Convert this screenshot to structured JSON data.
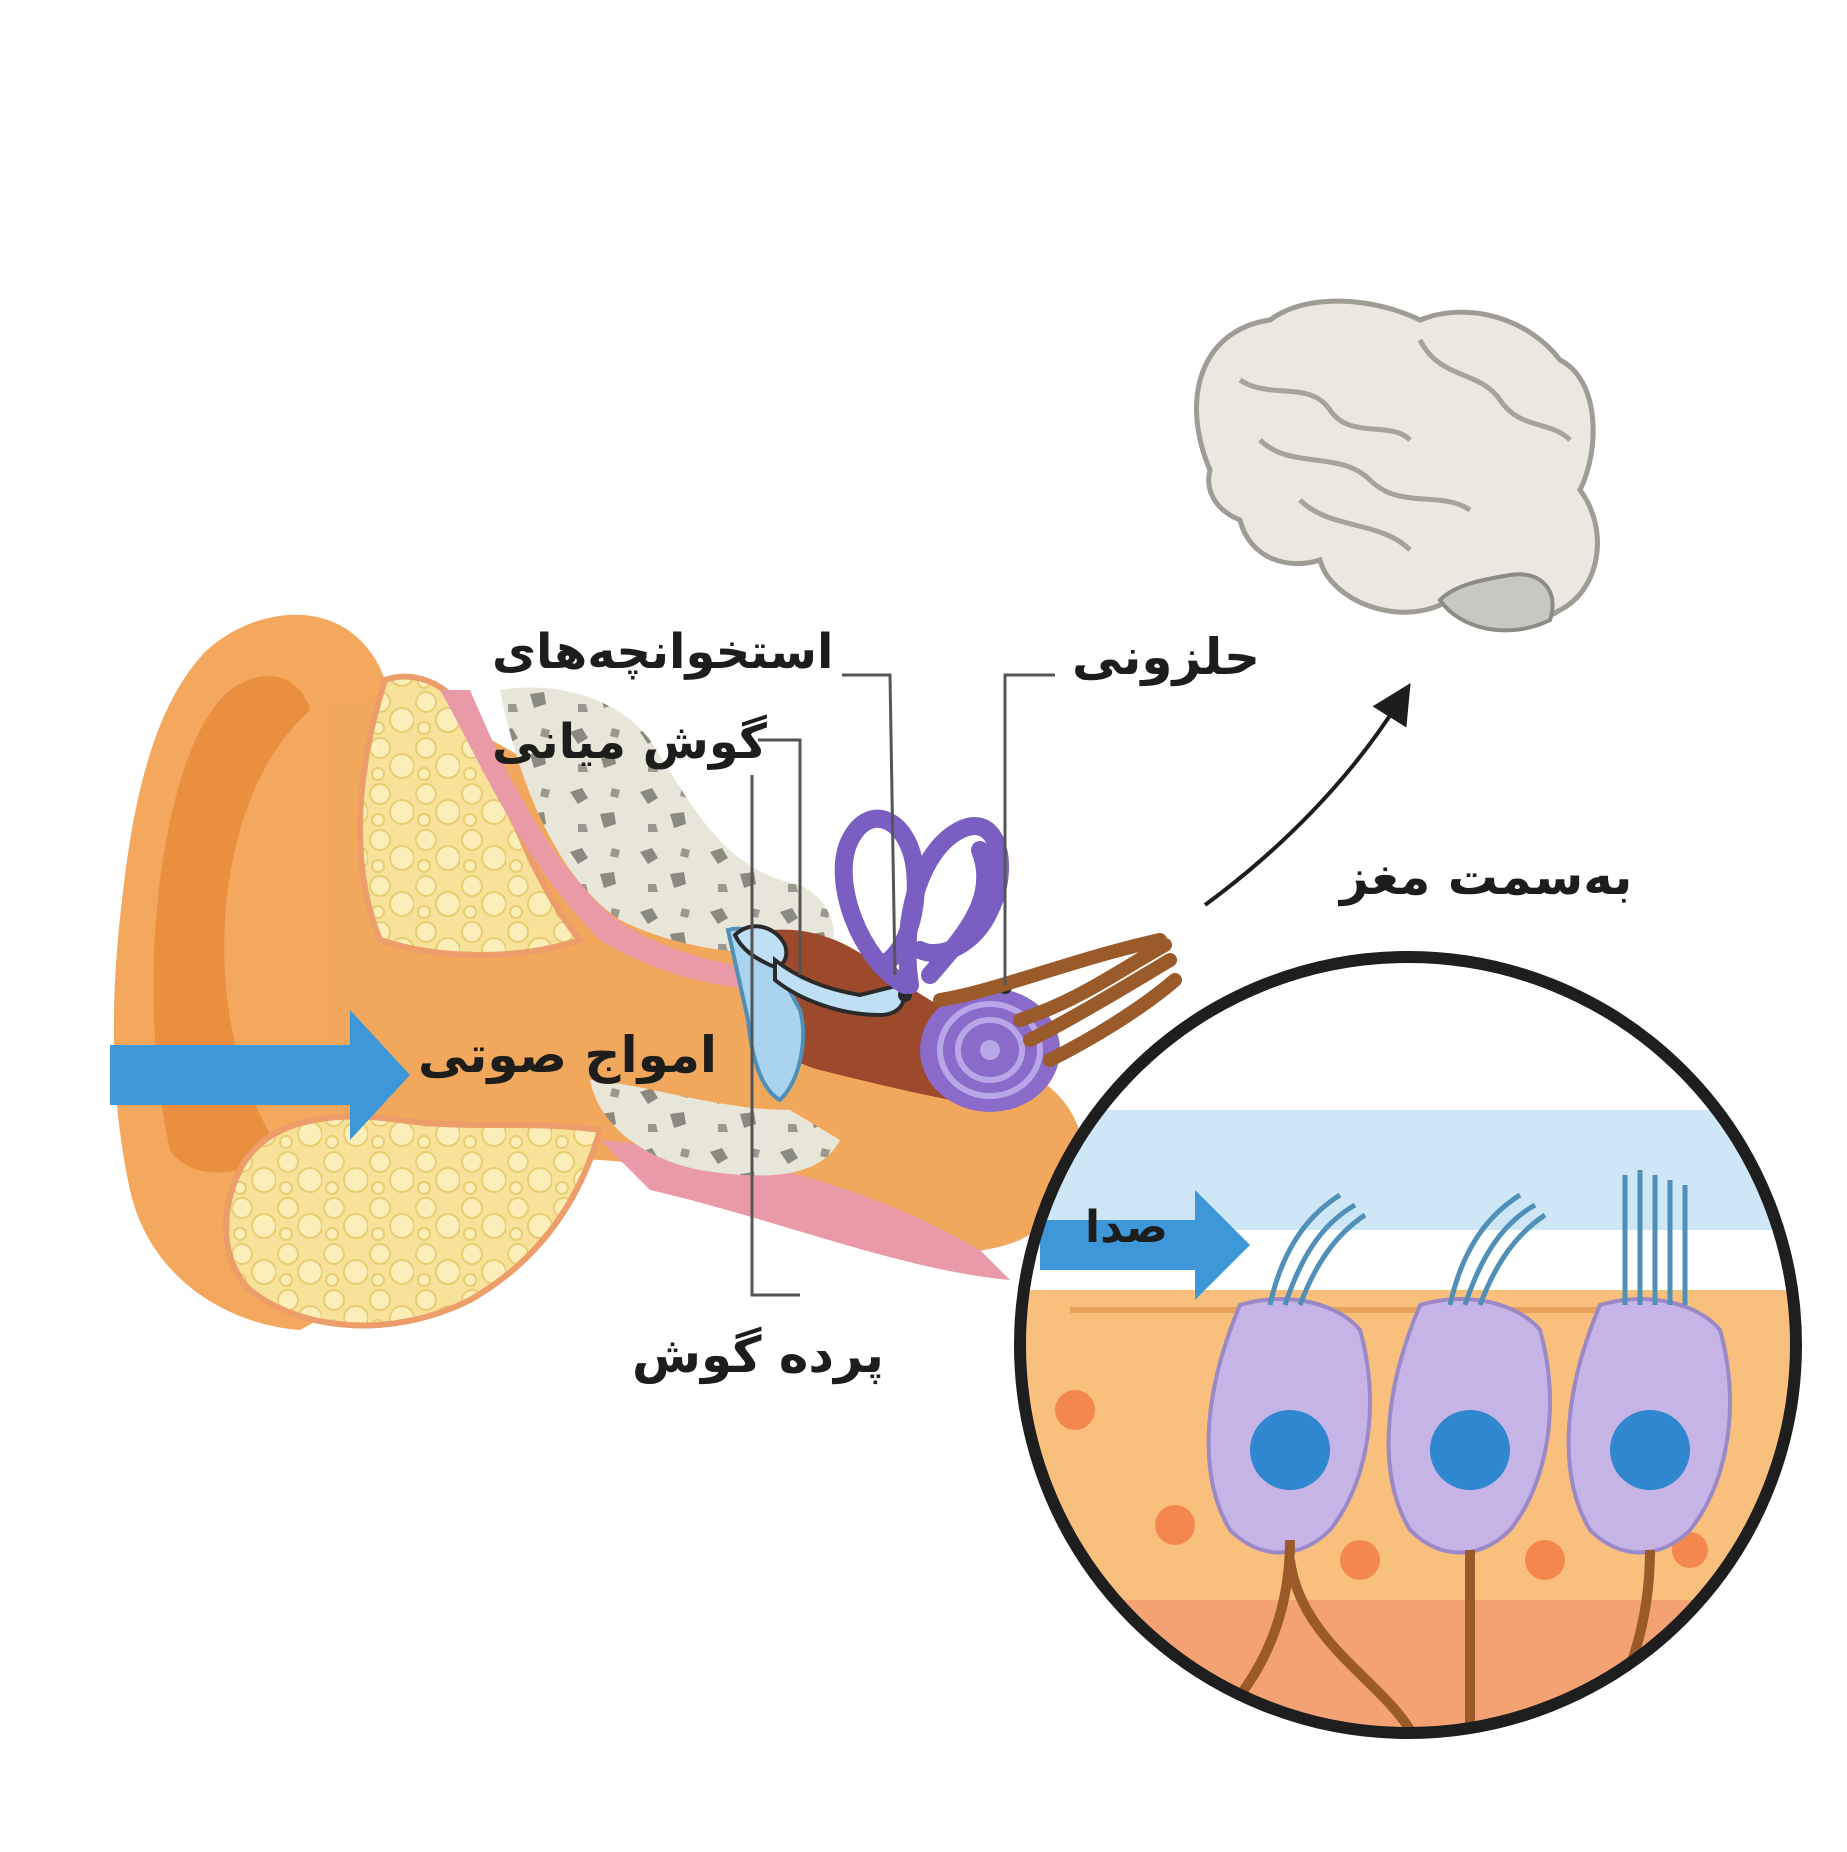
{
  "labels": {
    "ossicles_line1": "استخوانچه‌های",
    "ossicles_line2": "گوش میانی",
    "cochlea": "حلزونی",
    "to_brain": "به‌سمت مغز",
    "sound_waves": "امواج صوتی",
    "eardrum": "پرده گوش",
    "sound": "صدا"
  },
  "icons": [
    "brain-icon",
    "sound-wave-arrow-icon",
    "up-arrow-icon"
  ],
  "colors": {
    "outer_ear": "#f2a55a",
    "fat_tissue": "#f7e08f",
    "bone": "#e4e1d2",
    "canal_lining": "#e99aa6",
    "cochlea": "#8a6bc9",
    "nerve": "#9b5a2a",
    "arrow": "#3d97d8",
    "brain": "#ebe8e2",
    "cell": "#c7b4e6",
    "nucleus": "#2f88cf",
    "zoom_border": "#1e1e1e"
  }
}
